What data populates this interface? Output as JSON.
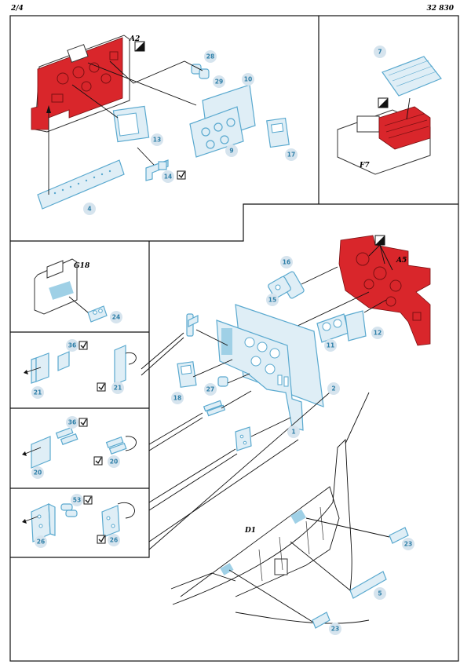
{
  "header": {
    "page": "2/4",
    "code": "32 830"
  },
  "assembly_labels": {
    "a2": "A2",
    "f7": "F7",
    "a5": "A5",
    "g18": "G18",
    "d1": "D1"
  },
  "part_numbers": {
    "p28": "28",
    "p29": "29",
    "p10": "10",
    "p7": "7",
    "p13": "13",
    "p9": "9",
    "p17": "17",
    "p14": "14",
    "p4": "4",
    "p16": "16",
    "p15": "15",
    "p11": "11",
    "p12": "12",
    "p24": "24",
    "p36a": "36",
    "p21a": "21",
    "p21b": "21",
    "p18": "18",
    "p27": "27",
    "p2": "2",
    "p1": "1",
    "p36b": "36",
    "p20a": "20",
    "p20b": "20",
    "p53": "53",
    "p26a": "26",
    "p26b": "26",
    "p23a": "23",
    "p5": "5",
    "p23b": "23"
  },
  "colors": {
    "photo_etch": "#5aa9cf",
    "painted_part": "#d9262b",
    "badge": "#d6e4ee"
  },
  "icons": [
    "check-box-icon",
    "black-white-paint-icon"
  ]
}
